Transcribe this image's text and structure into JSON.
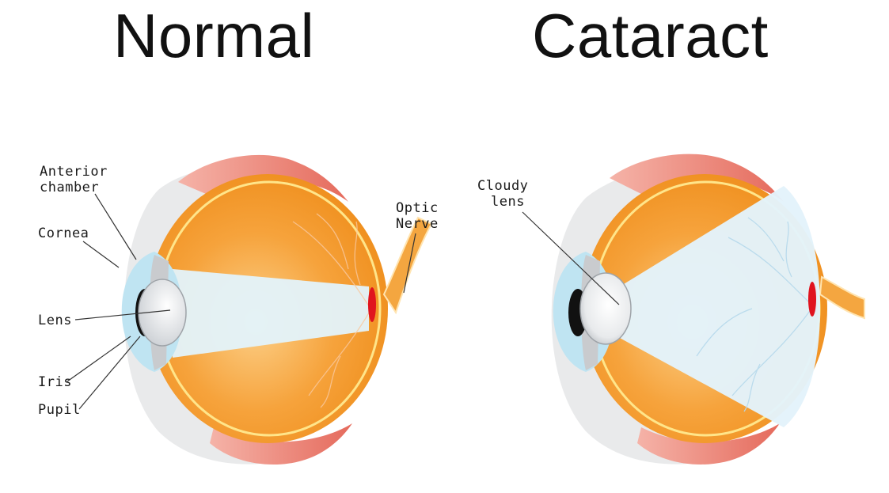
{
  "titles": {
    "normal": "Normal",
    "cataract": "Cataract"
  },
  "labels": {
    "anterior_chamber_line1": "Anterior",
    "anterior_chamber_line2": "chamber",
    "cornea": "Cornea",
    "lens": "Lens",
    "iris": "Iris",
    "pupil": "Pupil",
    "optic_nerve_line1": "Optic",
    "optic_nerve_line2": "Nerve",
    "cloudy_lens_line1": "Cloudy",
    "cloudy_lens_line2": "lens"
  },
  "colors": {
    "eyeball": "#f4931f",
    "eyeball_light": "#fbc675",
    "retina_line": "#ffe58a",
    "sclera_pink": "#ef8a7c",
    "cornea_blue": "#bfe4f2",
    "light_cone": "#e3f3fb",
    "optic_nerve": "#f4a640",
    "focus_red": "#e0141e"
  }
}
